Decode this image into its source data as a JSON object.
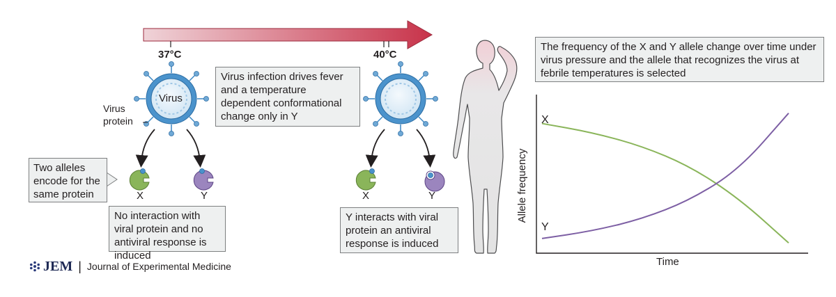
{
  "arrow_labels": {
    "start_temp": "37°C",
    "end_temp": "40°C"
  },
  "virus": {
    "label": "Virus",
    "protein_label_line1": "Virus",
    "protein_label_line2": "protein"
  },
  "boxes": {
    "fever": "Virus infection drives fever and a temperature dependent conformational change only in Y",
    "alleles": "Two alleles encode for the same protein",
    "no_interaction": "No interaction with viral protein and no antiviral response is induced",
    "y_interacts": "Y interacts with viral protein an antiviral response is induced",
    "frequency": "The frequency of the X and Y allele change over time under virus pressure and the allele that recognizes the virus at febrile temperatures is selected"
  },
  "receptors": {
    "x_label": "X",
    "y_label": "Y"
  },
  "chart_data": {
    "type": "line",
    "xlabel": "Time",
    "ylabel": "Allele frequency",
    "series": [
      {
        "name": "X",
        "color": "#8ab55a",
        "points": [
          [
            0,
            0.87
          ],
          [
            0.2,
            0.81
          ],
          [
            0.4,
            0.72
          ],
          [
            0.6,
            0.58
          ],
          [
            0.8,
            0.36
          ],
          [
            1.0,
            0.06
          ]
        ]
      },
      {
        "name": "Y",
        "color": "#7d5fa4",
        "points": [
          [
            0,
            0.09
          ],
          [
            0.2,
            0.14
          ],
          [
            0.4,
            0.22
          ],
          [
            0.6,
            0.35
          ],
          [
            0.8,
            0.56
          ],
          [
            1.0,
            0.94
          ]
        ]
      }
    ]
  },
  "footer": {
    "logo_text": "JEM",
    "separator": "|",
    "journal_name": "Journal of Experimental Medicine"
  },
  "colors": {
    "arrow_start": "#eeccd2",
    "arrow_end": "#c8334a",
    "x_allele": "#8ab55a",
    "y_allele": "#7d5fa4",
    "virus_blue": "#3a86c3"
  }
}
